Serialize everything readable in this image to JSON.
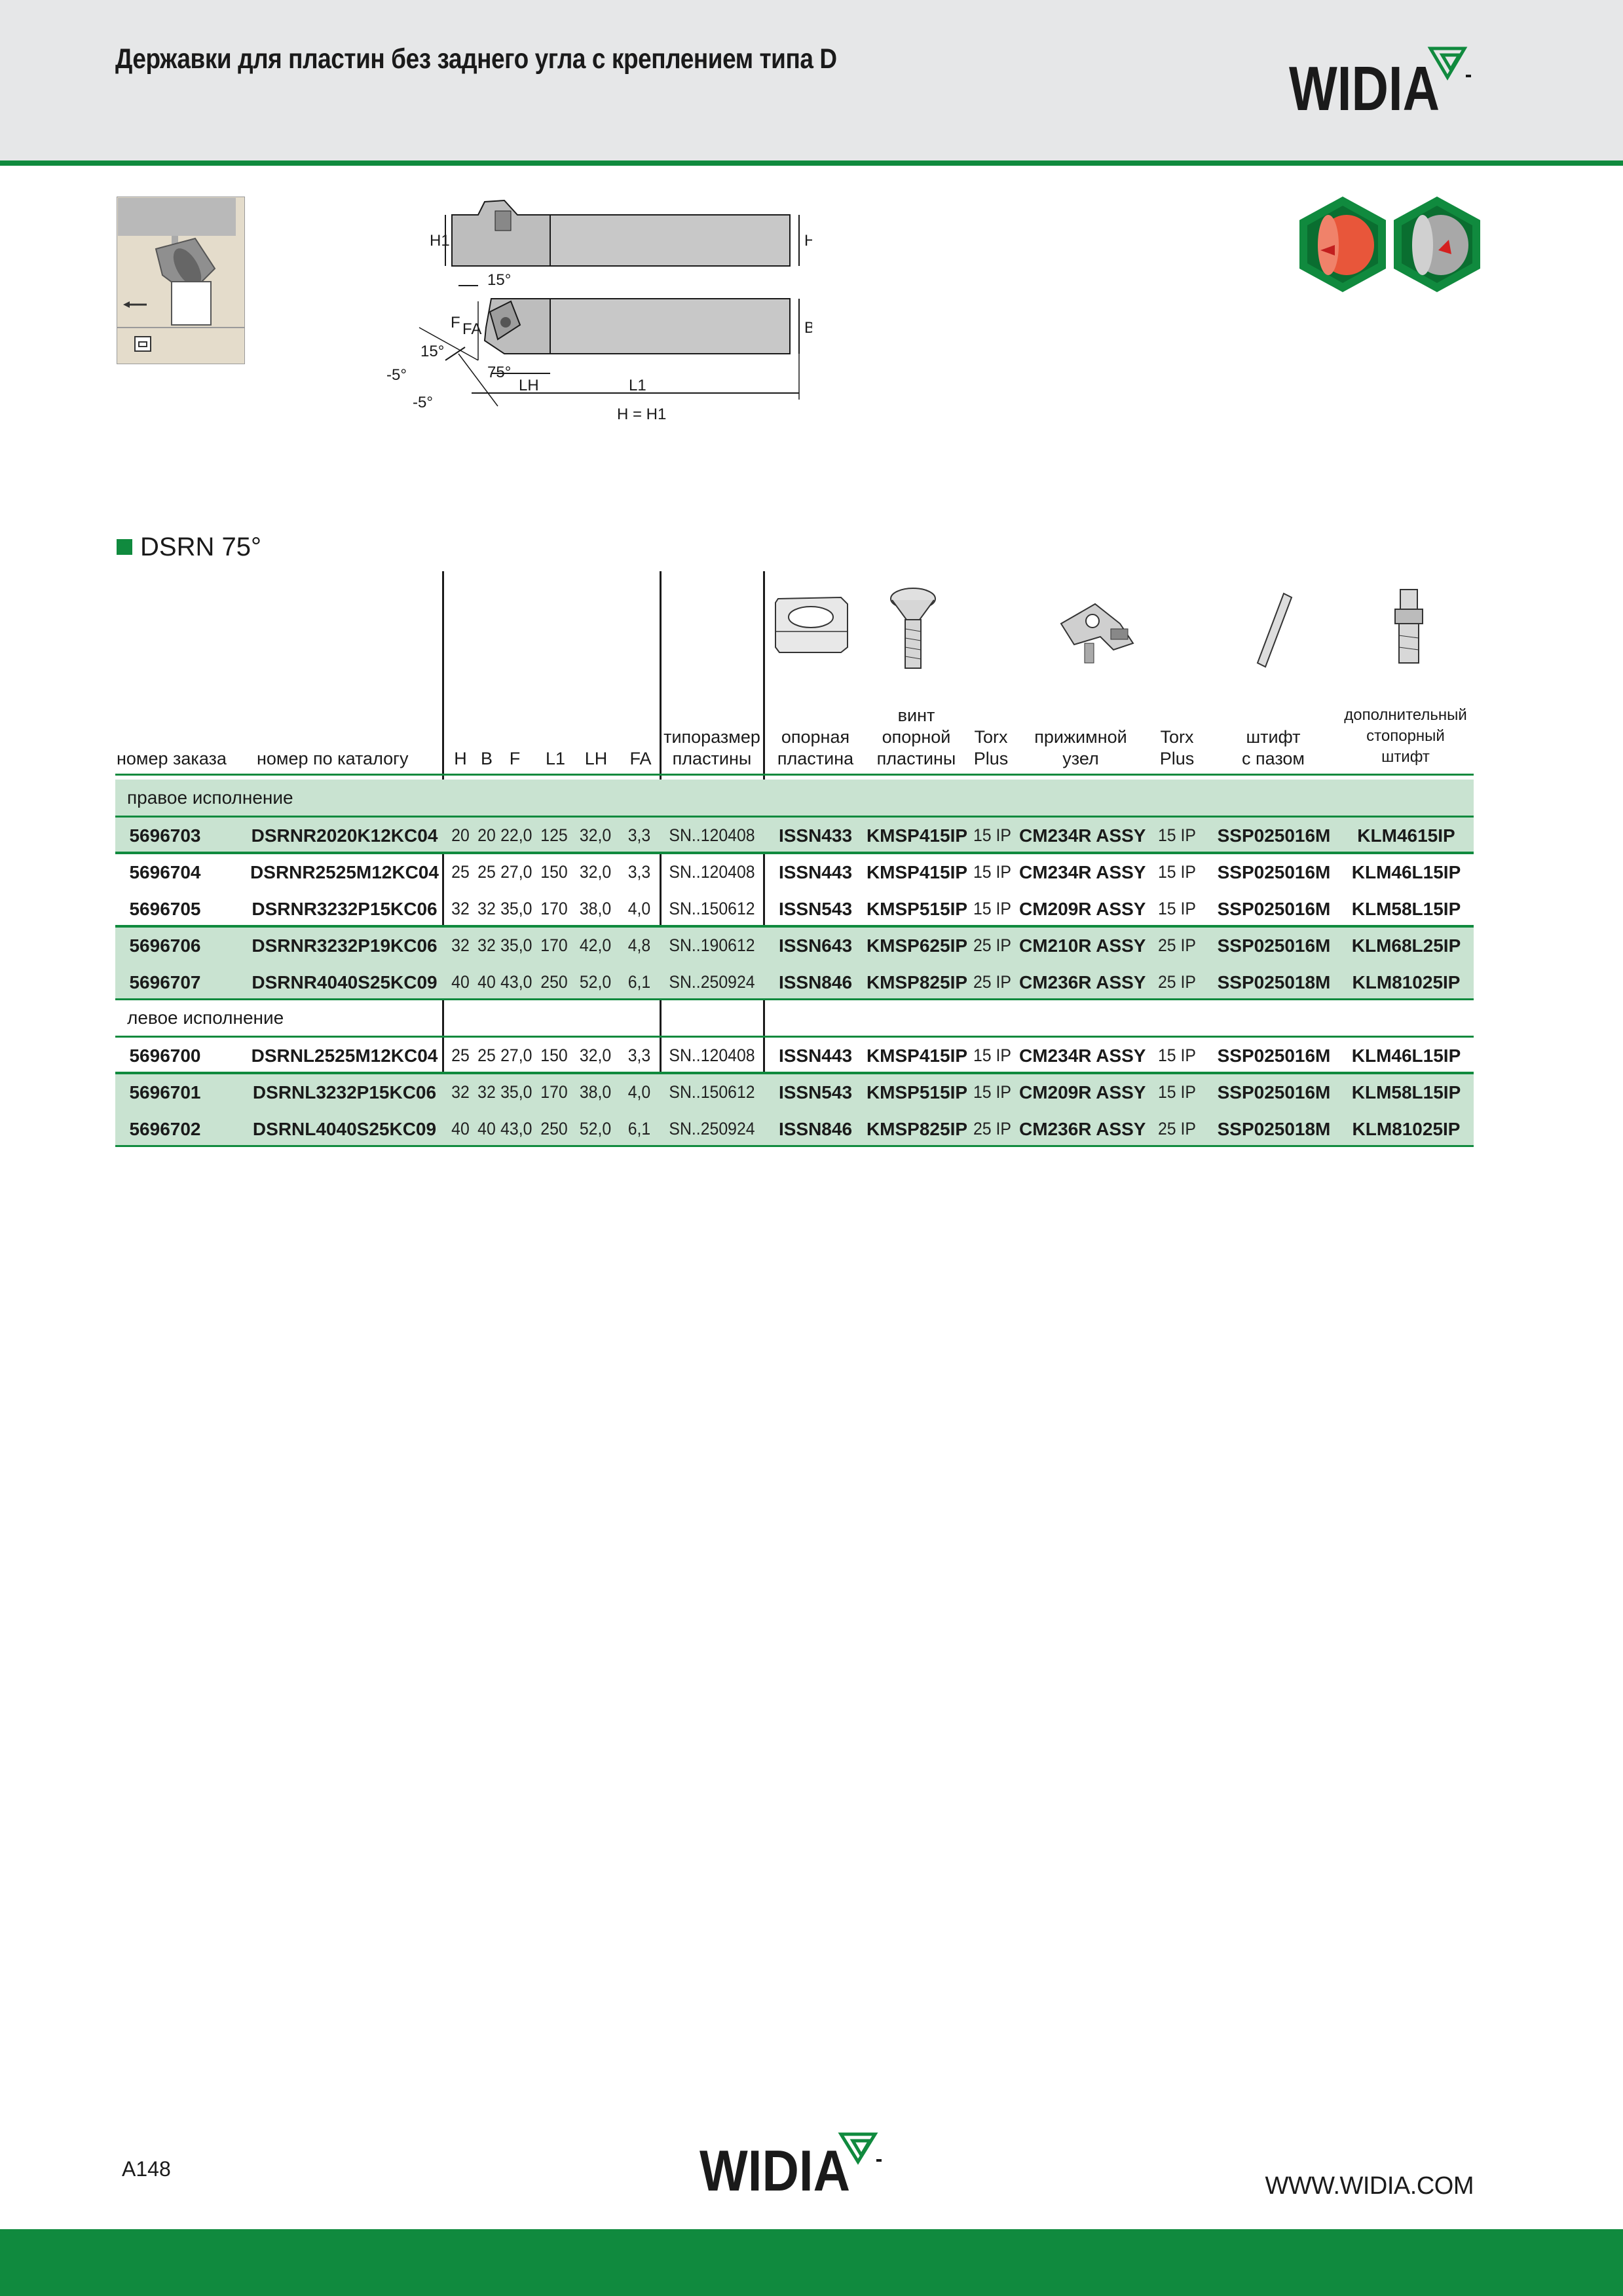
{
  "header": {
    "title": "Державки для пластин без заднего угла с креплением типа D",
    "logo_text": "WIDIA"
  },
  "drawing": {
    "labels": [
      "H1",
      "H",
      "15°",
      "F",
      "FA",
      "B",
      "15°",
      "-5°",
      "75°",
      "LH",
      "L1",
      "-5°",
      "H = H1"
    ]
  },
  "section": {
    "title": "DSRN 75°"
  },
  "table": {
    "headers": {
      "order_no": "номер заказа",
      "catalog_no": "номер по каталогу",
      "dims": [
        "H",
        "B",
        "F",
        "L1",
        "LH",
        "FA"
      ],
      "insert_size": [
        "типоразмер",
        "пластины"
      ],
      "shim": [
        "опорная",
        "пластина"
      ],
      "shim_screw": [
        "винт",
        "опорной",
        "пластины"
      ],
      "torx1": [
        "Torx",
        "Plus"
      ],
      "clamp": [
        "прижимной",
        "узел"
      ],
      "torx2": [
        "Torx",
        "Plus"
      ],
      "pin": [
        "штифт",
        "с пазом"
      ],
      "stop_pin": [
        "дополнительный",
        "стопорный",
        "штифт"
      ]
    },
    "groups": [
      {
        "label": "правое исполнение",
        "rows": [
          {
            "order": "5696703",
            "catalog": "DSRNR2020K12KC04",
            "H": "20",
            "B": "20",
            "F": "22,0",
            "L1": "125",
            "LH": "32,0",
            "FA": "3,3",
            "insert": "SN..120408",
            "shim": "ISSN433",
            "screw": "KMSP415IP",
            "torx1": "15 IP",
            "clamp": "CM234R ASSY",
            "torx2": "15 IP",
            "pin": "SSP025016M",
            "stop": "KLM4615IP",
            "shade": true
          },
          {
            "order": "5696704",
            "catalog": "DSRNR2525M12KC04",
            "H": "25",
            "B": "25",
            "F": "27,0",
            "L1": "150",
            "LH": "32,0",
            "FA": "3,3",
            "insert": "SN..120408",
            "shim": "ISSN443",
            "screw": "KMSP415IP",
            "torx1": "15 IP",
            "clamp": "CM234R ASSY",
            "torx2": "15 IP",
            "pin": "SSP025016M",
            "stop": "KLM46L15IP",
            "shade": false
          },
          {
            "order": "5696705",
            "catalog": "DSRNR3232P15KC06",
            "H": "32",
            "B": "32",
            "F": "35,0",
            "L1": "170",
            "LH": "38,0",
            "FA": "4,0",
            "insert": "SN..150612",
            "shim": "ISSN543",
            "screw": "KMSP515IP",
            "torx1": "15 IP",
            "clamp": "CM209R ASSY",
            "torx2": "15 IP",
            "pin": "SSP025016M",
            "stop": "KLM58L15IP",
            "shade": false
          },
          {
            "order": "5696706",
            "catalog": "DSRNR3232P19KC06",
            "H": "32",
            "B": "32",
            "F": "35,0",
            "L1": "170",
            "LH": "42,0",
            "FA": "4,8",
            "insert": "SN..190612",
            "shim": "ISSN643",
            "screw": "KMSP625IP",
            "torx1": "25 IP",
            "clamp": "CM210R ASSY",
            "torx2": "25 IP",
            "pin": "SSP025016M",
            "stop": "KLM68L25IP",
            "shade": true
          },
          {
            "order": "5696707",
            "catalog": "DSRNR4040S25KC09",
            "H": "40",
            "B": "40",
            "F": "43,0",
            "L1": "250",
            "LH": "52,0",
            "FA": "6,1",
            "insert": "SN..250924",
            "shim": "ISSN846",
            "screw": "KMSP825IP",
            "torx1": "25 IP",
            "clamp": "CM236R ASSY",
            "torx2": "25 IP",
            "pin": "SSP025018M",
            "stop": "KLM81025IP",
            "shade": true
          }
        ]
      },
      {
        "label": "левое исполнение",
        "rows": [
          {
            "order": "5696700",
            "catalog": "DSRNL2525M12KC04",
            "H": "25",
            "B": "25",
            "F": "27,0",
            "L1": "150",
            "LH": "32,0",
            "FA": "3,3",
            "insert": "SN..120408",
            "shim": "ISSN443",
            "screw": "KMSP415IP",
            "torx1": "15 IP",
            "clamp": "CM234R ASSY",
            "torx2": "15 IP",
            "pin": "SSP025016M",
            "stop": "KLM46L15IP",
            "shade": false
          },
          {
            "order": "5696701",
            "catalog": "DSRNL3232P15KC06",
            "H": "32",
            "B": "32",
            "F": "35,0",
            "L1": "170",
            "LH": "38,0",
            "FA": "4,0",
            "insert": "SN..150612",
            "shim": "ISSN543",
            "screw": "KMSP515IP",
            "torx1": "15 IP",
            "clamp": "CM209R ASSY",
            "torx2": "15 IP",
            "pin": "SSP025016M",
            "stop": "KLM58L15IP",
            "shade": true
          },
          {
            "order": "5696702",
            "catalog": "DSRNL4040S25KC09",
            "H": "40",
            "B": "40",
            "F": "43,0",
            "L1": "250",
            "LH": "52,0",
            "FA": "6,1",
            "insert": "SN..250924",
            "shim": "ISSN846",
            "screw": "KMSP825IP",
            "torx1": "25 IP",
            "clamp": "CM236R ASSY",
            "torx2": "25 IP",
            "pin": "SSP025018M",
            "stop": "KLM81025IP",
            "shade": true
          }
        ]
      }
    ]
  },
  "footer": {
    "page_number": "A148",
    "website": "WWW.WIDIA.COM",
    "logo_text": "WIDIA"
  },
  "colors": {
    "brand_green": "#108a3e",
    "band_green": "#c9e3d1",
    "header_gray": "#e6e7e8",
    "badge_red": "#e8563a"
  }
}
